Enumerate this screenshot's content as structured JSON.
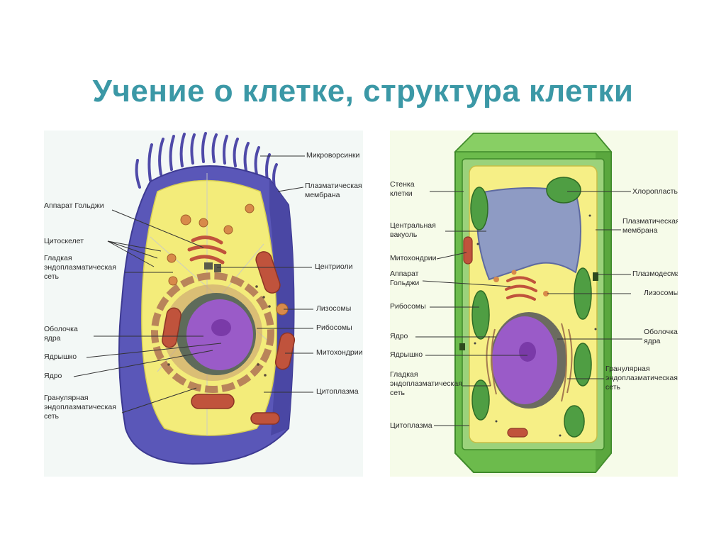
{
  "title": "Учение о клетке, структура клетки",
  "colors": {
    "title": "#3b98a6",
    "animal_membrane": "#5a57b8",
    "cytoplasm": "#f3ec7a",
    "nucleus": "#9a5bc8",
    "organelle": "#c0533c",
    "plant_wall": "#6cbb4c",
    "chloroplast": "#4f9e43",
    "vacuole": "#8e9bc4"
  },
  "animal_cell": {
    "labels": {
      "microvilli": "Микроворсинки",
      "plasma_membrane": "Плазматическая\nмембрана",
      "golgi": "Аппарат Гольджи",
      "cytoskeleton": "Цитоскелет",
      "smooth_er": "Гладкая\nэндоплазматическая\nсеть",
      "centrioles": "Центриоли",
      "lysosomes": "Лизосомы",
      "nuclear_envelope": "Оболочка\nядра",
      "ribosomes": "Рибосомы",
      "nucleolus": "Ядрышко",
      "mitochondria": "Митохондрии",
      "nucleus": "Ядро",
      "rough_er": "Гранулярная\nэндоплазматическая\nсеть",
      "cytoplasm": "Цитоплазма"
    }
  },
  "plant_cell": {
    "labels": {
      "cell_wall": "Стенка\nклетки",
      "chloroplasts": "Хлоропласты",
      "central_vacuole": "Центральная\nвакуоль",
      "plasma_membrane": "Плазматическая\nмембрана",
      "mitochondria": "Митохондрии",
      "golgi": "Аппарат\nГольджи",
      "plasmodesma": "Плазмодесма",
      "lysosomes": "Лизосомы",
      "ribosomes": "Рибосомы",
      "nuclear_envelope": "Оболочка\nядра",
      "nucleus": "Ядро",
      "nucleolus": "Ядрышко",
      "rough_er": "Гранулярная\nэндоплазматическая\nсеть",
      "smooth_er": "Гладкая\nэндоплазматическая\nсеть",
      "cytoplasm": "Цитоплазма"
    }
  }
}
